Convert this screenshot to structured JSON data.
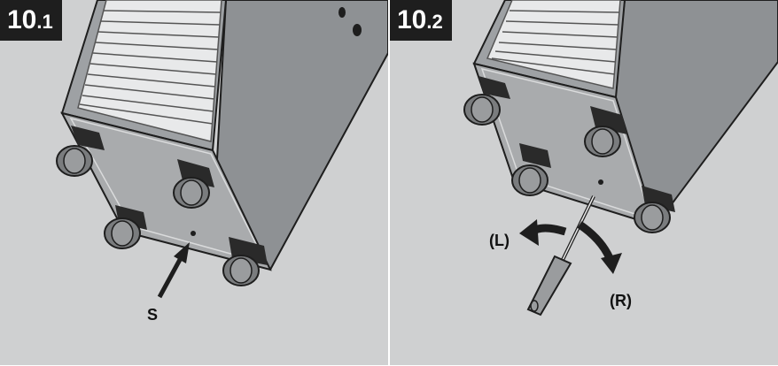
{
  "panels": [
    {
      "number": "10",
      "sub": ".1",
      "label_s": "S"
    },
    {
      "number": "10",
      "sub": ".2",
      "label_left": "(L)",
      "label_right": "(R)"
    }
  ],
  "colors": {
    "background": "#cfd0d1",
    "cabinet_front": "#a9abad",
    "cabinet_side": "#8e9194",
    "outline": "#1e1e1e",
    "tag": "#1e1e1e",
    "wheel": "#7a7c7e"
  }
}
